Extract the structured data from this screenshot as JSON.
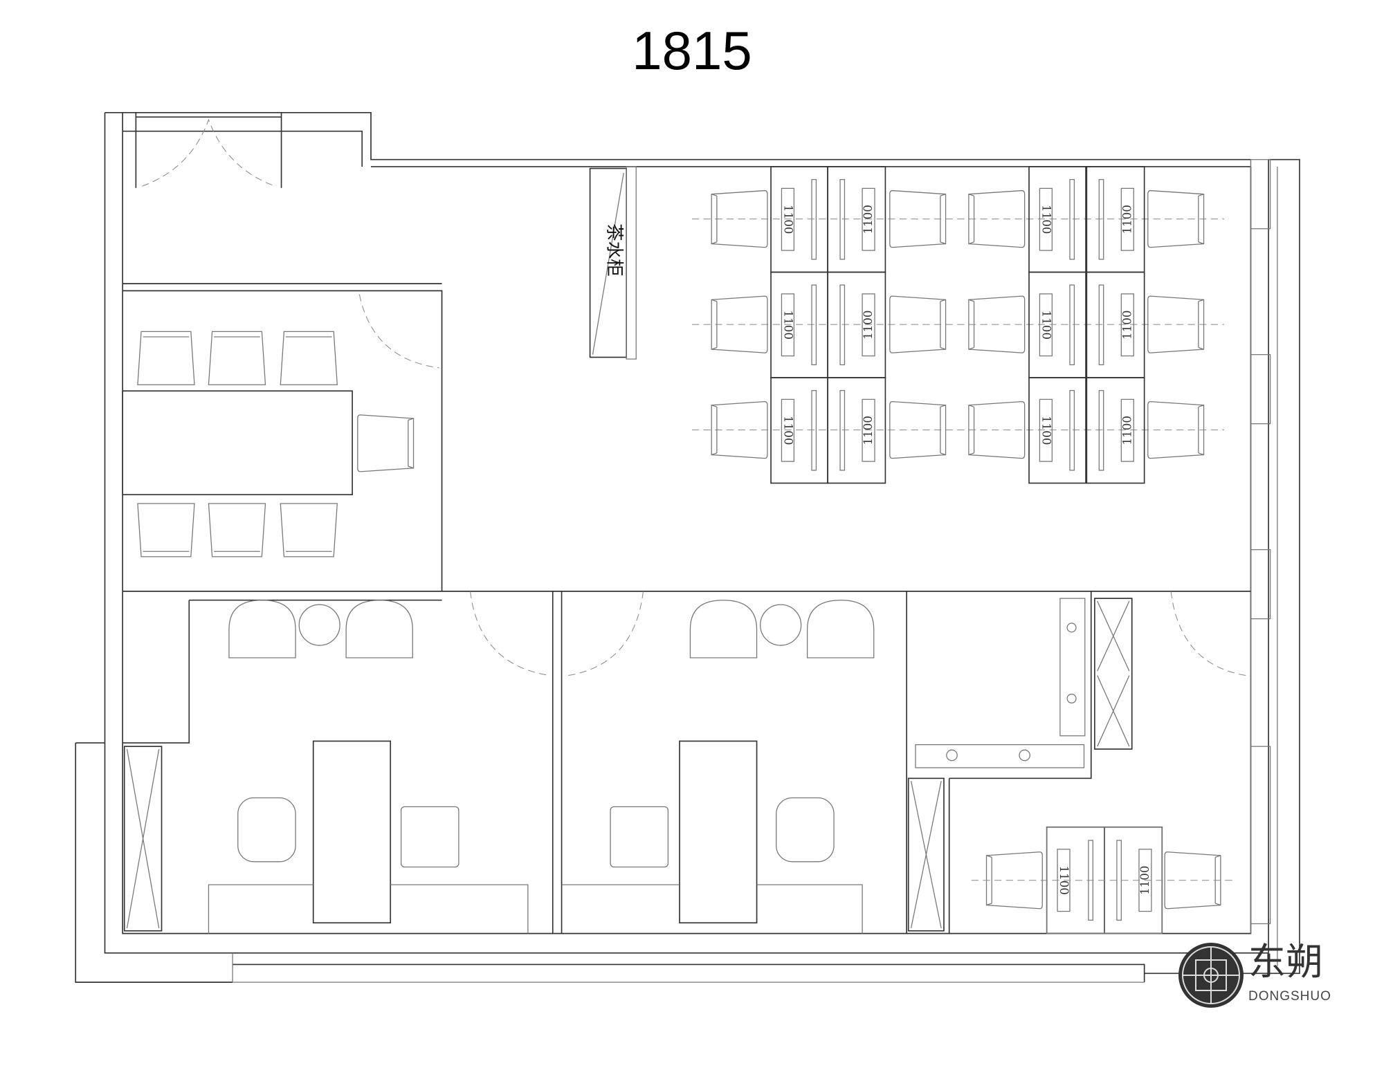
{
  "title": "1815",
  "tea_cabinet_label": "茶水柜",
  "desk_label": "1100",
  "open_office": {
    "desk_rows": 3,
    "desk_cluster_count": 2
  },
  "logo": {
    "name_cn": "东朔",
    "name_en": "DONGSHUO"
  },
  "colors": {
    "wall": "#333333",
    "furniture": "#777777",
    "logo": "#333333"
  }
}
